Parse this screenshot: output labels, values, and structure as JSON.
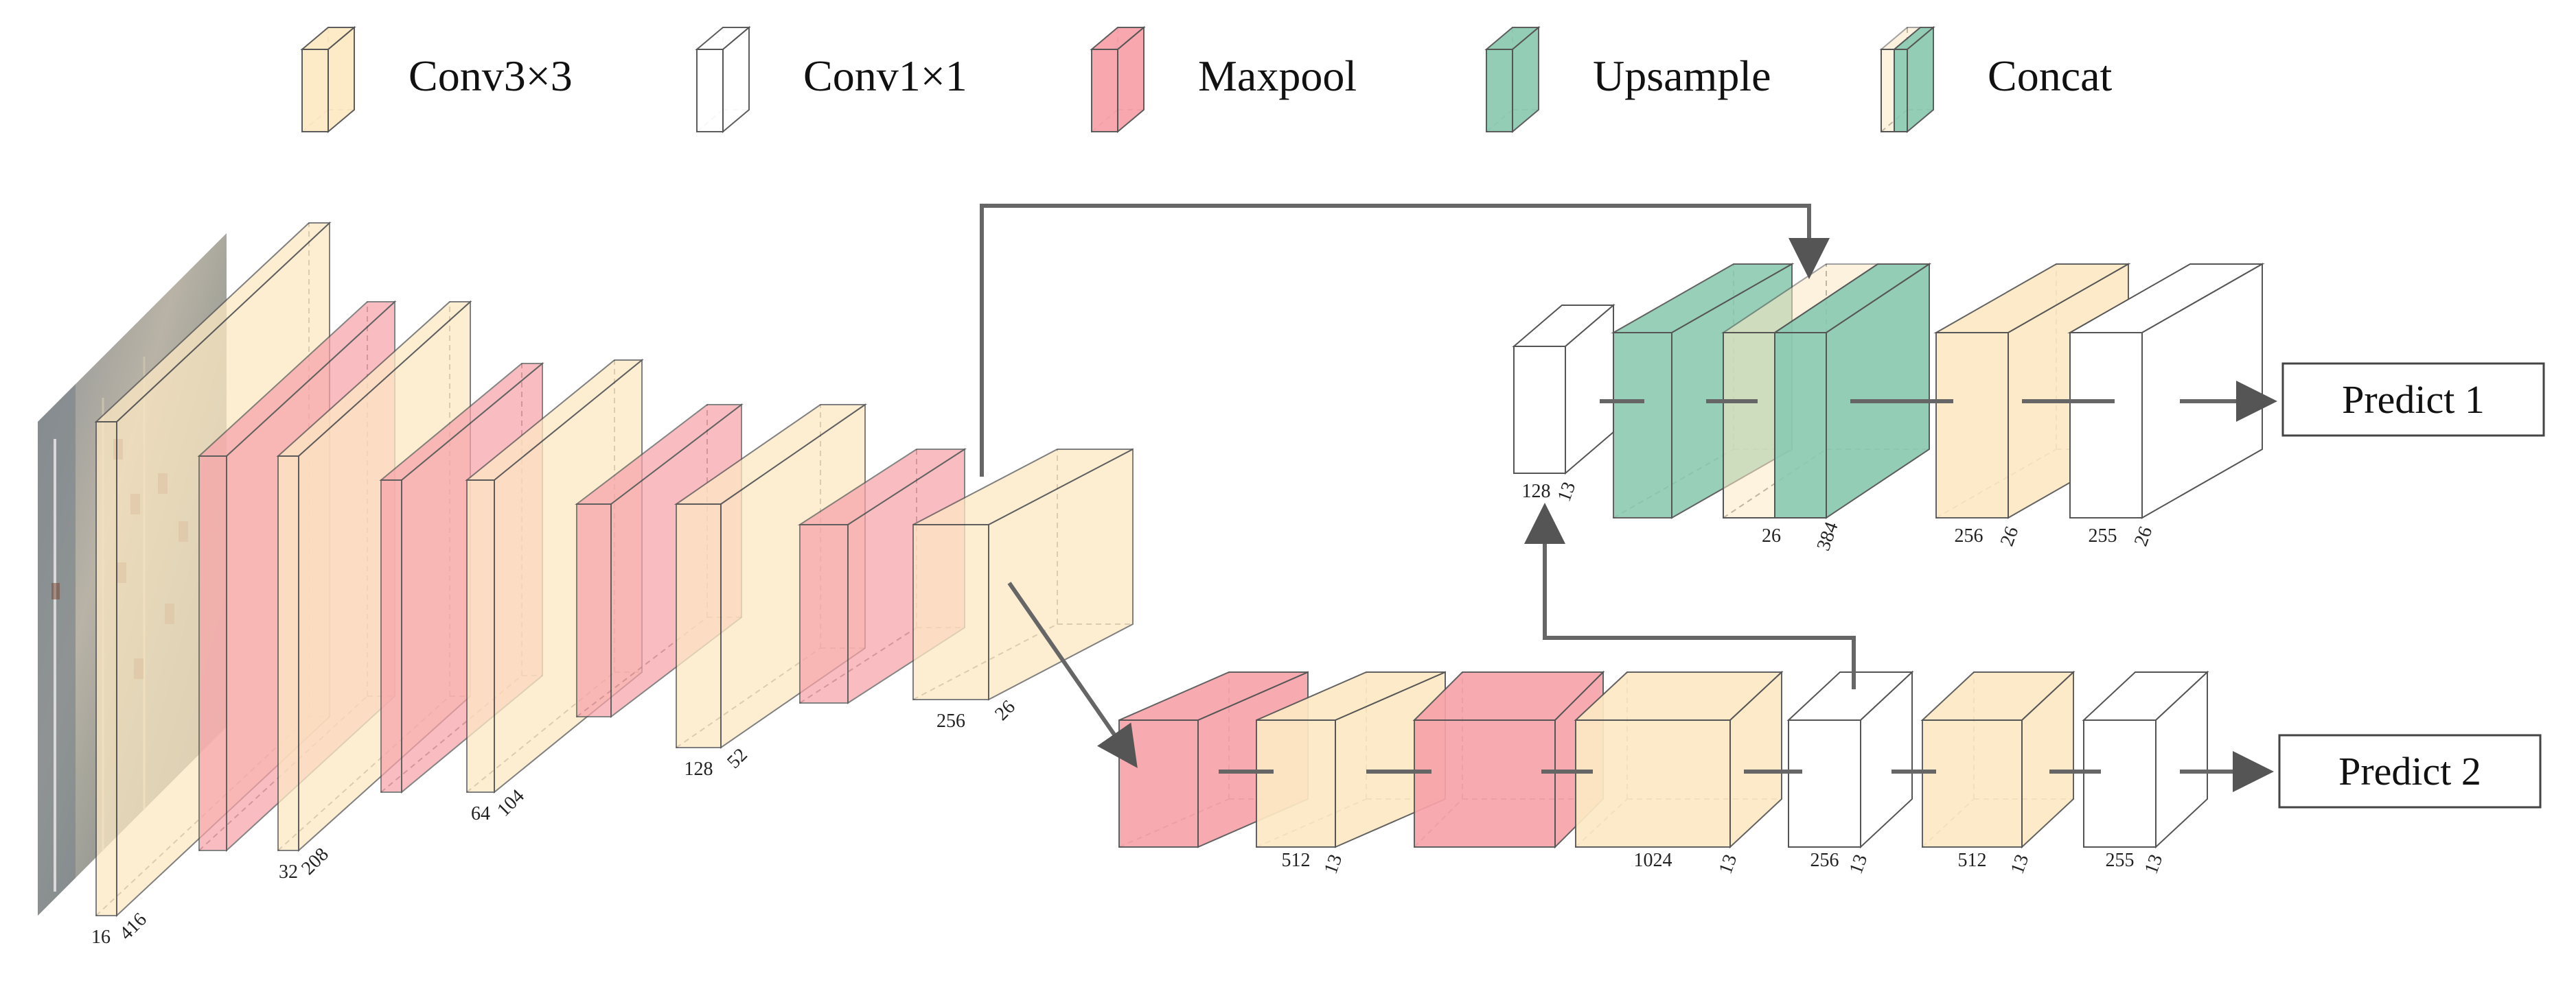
{
  "colors": {
    "conv3": "#fde9c4",
    "conv1": "#ffffff",
    "maxpool": "#f7a3a9",
    "upsample": "#8fcbb3",
    "edge": "#555555",
    "arrow": "#666666"
  },
  "legend": [
    {
      "type": "conv3",
      "label": "Conv3×3"
    },
    {
      "type": "conv1",
      "label": "Conv1×1"
    },
    {
      "type": "maxpool",
      "label": "Maxpool"
    },
    {
      "type": "upsample",
      "label": "Upsample"
    },
    {
      "type": "concat",
      "label": "Concat"
    }
  ],
  "backbone": [
    {
      "type": "conv3",
      "c": "16",
      "s": "416"
    },
    {
      "type": "maxpool",
      "c": "",
      "s": ""
    },
    {
      "type": "conv3",
      "c": "32",
      "s": "208"
    },
    {
      "type": "maxpool",
      "c": "",
      "s": ""
    },
    {
      "type": "conv3",
      "c": "64",
      "s": "104"
    },
    {
      "type": "maxpool",
      "c": "",
      "s": ""
    },
    {
      "type": "conv3",
      "c": "128",
      "s": "52"
    },
    {
      "type": "maxpool",
      "c": "",
      "s": ""
    },
    {
      "type": "conv3",
      "c": "256",
      "s": "26"
    }
  ],
  "branch1": [
    {
      "type": "conv1",
      "c": "128",
      "s": "13"
    },
    {
      "type": "upsample",
      "c": "",
      "s": ""
    },
    {
      "type": "concat",
      "c": "26",
      "s": "384"
    },
    {
      "type": "conv3",
      "c": "256",
      "s": "26"
    },
    {
      "type": "conv1",
      "c": "255",
      "s": "26"
    }
  ],
  "branch2": [
    {
      "type": "maxpool",
      "c": "",
      "s": ""
    },
    {
      "type": "conv3",
      "c": "512",
      "s": "13"
    },
    {
      "type": "maxpool",
      "c": "",
      "s": ""
    },
    {
      "type": "conv3",
      "c": "1024",
      "s": "13"
    },
    {
      "type": "conv1",
      "c": "256",
      "s": "13"
    },
    {
      "type": "conv3",
      "c": "512",
      "s": "13"
    },
    {
      "type": "conv1",
      "c": "255",
      "s": "13"
    }
  ],
  "outputs": {
    "predict1": "Predict 1",
    "predict2": "Predict 2"
  },
  "input_image": "aerial-traffic-photo"
}
